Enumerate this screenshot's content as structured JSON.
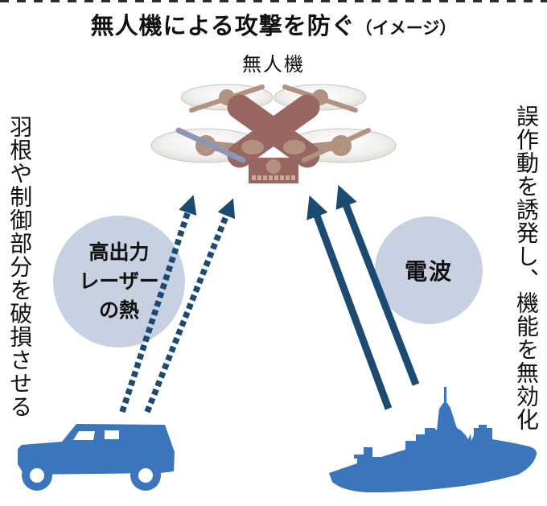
{
  "figure": {
    "title": "無人機による攻撃を防ぐ",
    "title_note": "（イメージ）",
    "drone_label": "無人機",
    "left_caption": "羽根や制御部分を破損させる",
    "right_caption": "誤作動を誘発し、機能を無効化",
    "laser_bubble_text": "高出力\nレーザー\nの熱",
    "radio_bubble_text": "電波"
  },
  "colors": {
    "arrow_navy": "#1b4a72",
    "vehicle_blue": "#3b76bc",
    "bubble_fill": "#c8d1e2",
    "drone_body": "#9a6662",
    "drone_arm": "#b39180",
    "propeller_alt": "#8d96ba",
    "text": "#111111",
    "background": "#ffffff"
  }
}
